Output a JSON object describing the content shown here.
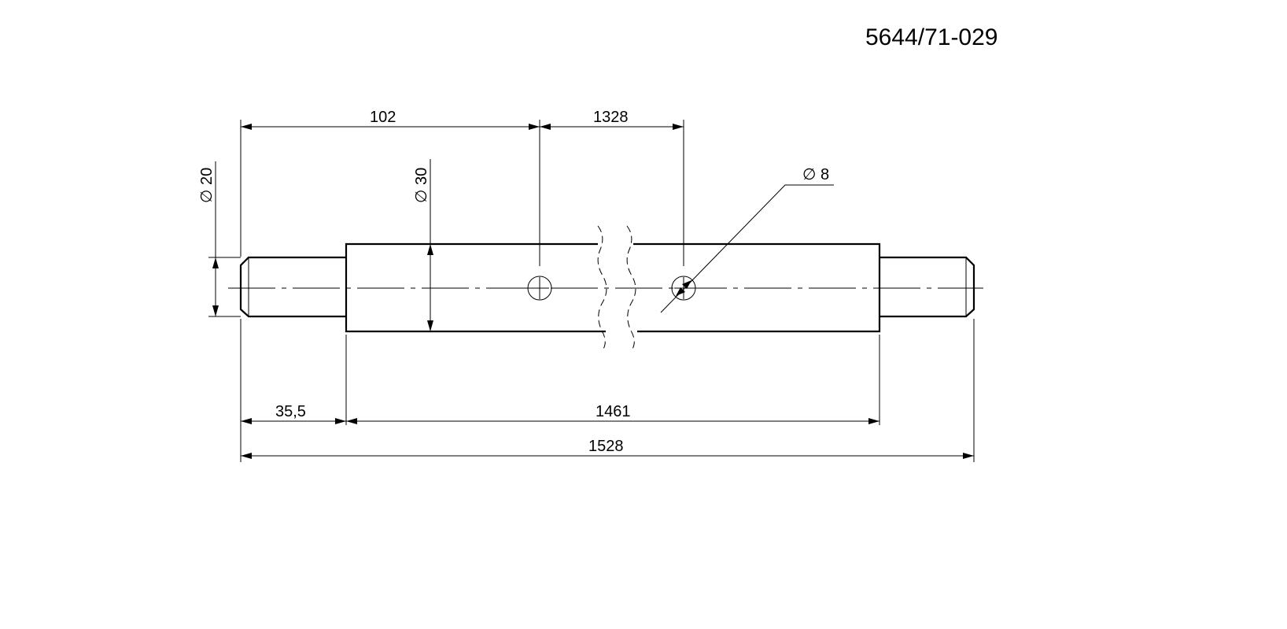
{
  "drawing_number": "5644/71-029",
  "dimensions": {
    "d_102": "102",
    "d_1328": "1328",
    "dia_20": "∅ 20",
    "dia_30": "∅ 30",
    "dia_8": "∅ 8",
    "d_35_5": "35,5",
    "d_1461": "1461",
    "d_1528": "1528"
  }
}
